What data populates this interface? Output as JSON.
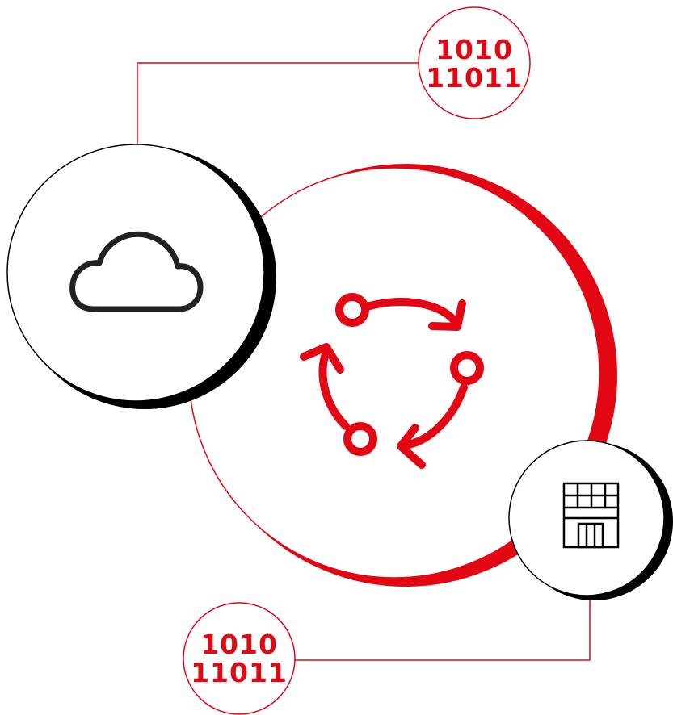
{
  "diagram": {
    "colors": {
      "accent": "#e30613",
      "ink": "#000000",
      "icon_gray": "#222222",
      "background": "#ffffff"
    },
    "binary_top": {
      "line1": "1010",
      "line2": "11011"
    },
    "binary_bottom": {
      "line1": "1010",
      "line2": "11011"
    },
    "icons": {
      "cloud": "cloud-icon",
      "center": "sync-cycle-icon",
      "building": "building-icon"
    }
  }
}
